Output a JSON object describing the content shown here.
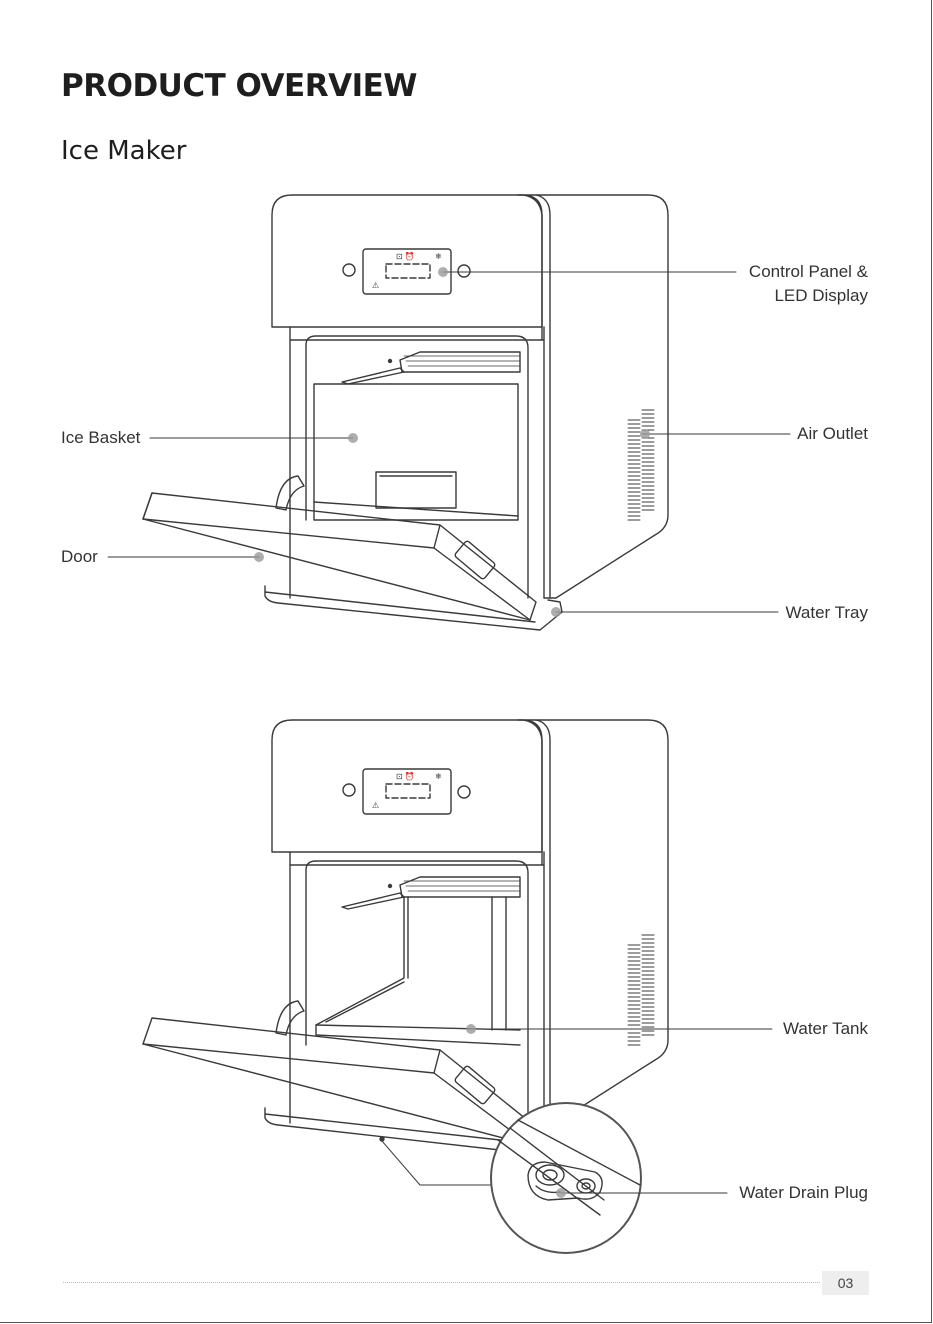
{
  "page": {
    "title": "PRODUCT OVERVIEW",
    "subtitle": "Ice Maker",
    "page_number": "03"
  },
  "diagram_top": {
    "callouts": {
      "control_panel_line1": "Control Panel &",
      "control_panel_line2": "LED Display",
      "air_outlet": "Air Outlet",
      "ice_basket": "Ice Basket",
      "door": "Door",
      "water_tray": "Water Tray"
    }
  },
  "diagram_bottom": {
    "callouts": {
      "water_tank": "Water Tank",
      "water_drain_plug": "Water Drain Plug"
    }
  },
  "colors": {
    "line": "#3a3a3a",
    "marker": "#9a9a9a"
  }
}
